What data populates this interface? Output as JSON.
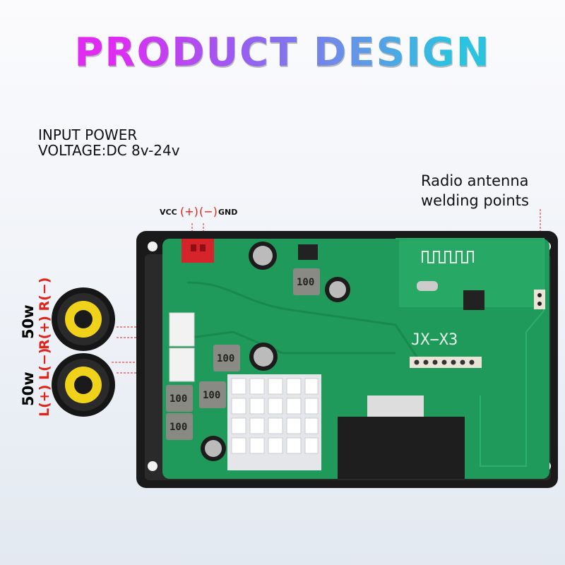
{
  "title": "PRODUCT DESIGN",
  "input_power": {
    "line1": "INPUT POWER",
    "line2": "VOLTAGE:DC 8v-24v"
  },
  "antenna": {
    "line1": "Radio antenna",
    "line2": "welding points"
  },
  "power_pins": {
    "vcc": "VCC",
    "plus": "(+)",
    "minus": "(−)",
    "gnd": "GND"
  },
  "speakers": [
    {
      "power": "50w",
      "pos": "R(+)",
      "neg": "R(−)"
    },
    {
      "power": "50w",
      "pos": "L(+)",
      "neg": "L(−)"
    }
  ],
  "board": {
    "model": "JX−X3",
    "inductor_label": "100",
    "pcb_color": "#1f9a5a",
    "frame_color": "#1a1a1a"
  },
  "colors": {
    "accent_red": "#e2231a"
  }
}
